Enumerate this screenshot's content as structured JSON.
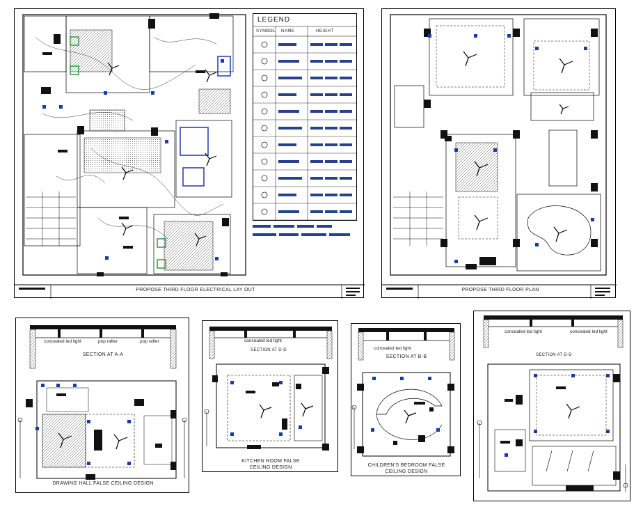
{
  "sheets": {
    "electrical_layout": {
      "title": "PROPOSE THIRD FLOOR ELECTRICAL LAY OUT"
    },
    "floor_plan": {
      "title": "PROPOSE THIRD FLOOR PLAN"
    },
    "drawing_hall": {
      "section_label": "SECTION AT A-A",
      "title": "DRAWING HALL FALSE CEILING DESIGN",
      "notes": [
        "concealed led light",
        "pop rafter",
        "pop rafter"
      ]
    },
    "kitchen": {
      "section_label": "SECTION AT D-D",
      "title_line1": "KITCHEN ROOM FALSE",
      "title_line2": "CEILING DESIGN",
      "notes": [
        "concealed led light"
      ]
    },
    "childrens_bedroom": {
      "section_label": "SECTION AT B-B",
      "title_line1": "CHILDREN'S BEDROOM FALSE",
      "title_line2": "CEILING DESIGN",
      "notes": [
        "concealed led light"
      ]
    },
    "bedroom_d": {
      "section_label": "SECTION AT D-D",
      "notes": [
        "concealed led light",
        "concealed led light"
      ]
    }
  },
  "legend": {
    "title": "LEGEND",
    "columns": [
      "SYMBOL",
      "NAME",
      "HEIGHT"
    ]
  },
  "colors": {
    "line": "#000000",
    "blue": "#1a3aa8",
    "fixture": "#27418f",
    "green": "#2a9d3a",
    "hatch": "#555555"
  }
}
